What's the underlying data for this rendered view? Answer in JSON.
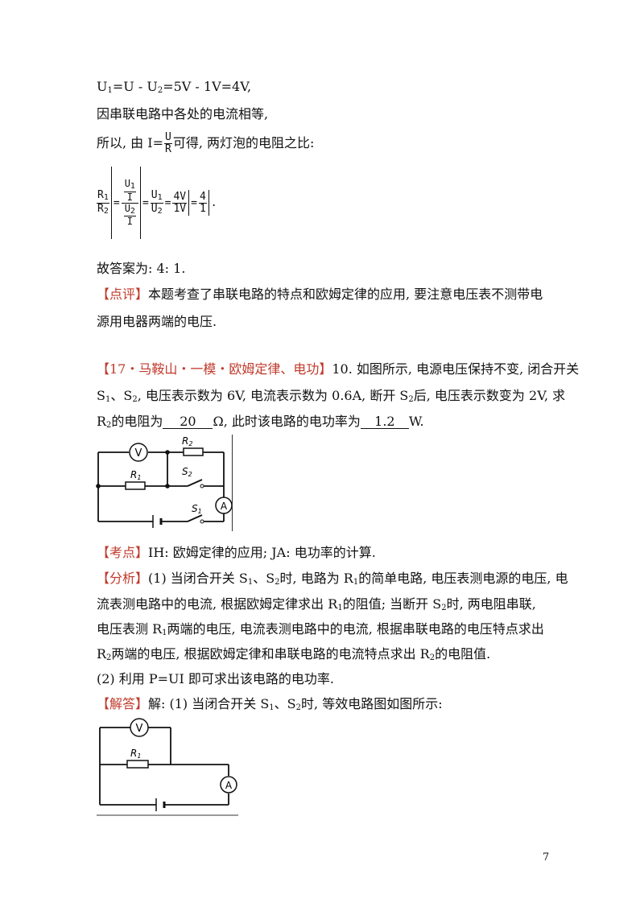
{
  "lines": {
    "l1_a": "U",
    "l1_b": "=U - U",
    "l1_c": "=5V - 1V=4V,",
    "l2": "因串联电路中各处的电流相等,",
    "l3_a": "所以, 由 I=",
    "l3_num": "U",
    "l3_den": "R",
    "l3_b": "可得, 两灯泡的电阻之比:",
    "answer": "故答案为: 4: 1.",
    "comment_tag": "【点评】",
    "comment_1": "本题考查了串联电路的特点和欧姆定律的应用, 要注意电压表不测带电",
    "comment_2": "源用电器两端的电压."
  },
  "formula": {
    "r1": "R",
    "r2": "R",
    "u1": "U",
    "u2": "U",
    "i": "I",
    "v4": "4V",
    "v1": "1V",
    "n4": "4",
    "n1": "1",
    "eq": "=",
    "end": "."
  },
  "question": {
    "source_tag": "【17・马鞍山・一模・欧姆定律、电功】",
    "q1": "10. 如图所示, 电源电压保持不变, 闭合开关",
    "q2_a": "S",
    "q2_b": "、S",
    "q2_c": ", 电压表示数为 6V, 电流表示数为 0.6A, 断开 S",
    "q2_d": "后, 电压表示数变为 2V, 求",
    "q3_a": "R",
    "q3_b": "的电阻为",
    "q3_ans1": "20",
    "q3_c": "Ω, 此时该电路的电功率为",
    "q3_ans2": "1.2",
    "q3_d": "W."
  },
  "kaodian": {
    "tag": "【考点】",
    "text": "IH: 欧姆定律的应用; JA: 电功率的计算."
  },
  "fenxi": {
    "tag": "【分析】",
    "l1_a": "(1) 当闭合开关 S",
    "l1_b": "、S",
    "l1_c": "时, 电路为 R",
    "l1_d": "的简单电路, 电压表测电源的电压, 电",
    "l2_a": "流表测电路中的电流, 根据欧姆定律求出 R",
    "l2_b": "的阻值; 当断开 S",
    "l2_c": "时, 两电阻串联,",
    "l3_a": "电压表测 R",
    "l3_b": "两端的电压, 电流表测电路中的电流, 根据串联电路的电压特点求出",
    "l4_a": "R",
    "l4_b": "两端的电压, 根据欧姆定律和串联电路的电流特点求出 R",
    "l4_c": "的电阻值.",
    "l5": "(2) 利用 P=UI 即可求出该电路的电功率."
  },
  "jieda": {
    "tag": "【解答】",
    "text_a": "解: (1) 当闭合开关 S",
    "text_b": "、S",
    "text_c": "时, 等效电路图如图所示:"
  },
  "circuit1": {
    "voltmeter": "V",
    "ammeter": "A",
    "r1": "R",
    "r1_sub": "1",
    "r2": "R",
    "r2_sub": "2",
    "s1": "S",
    "s1_sub": "1",
    "s2": "S",
    "s2_sub": "2"
  },
  "circuit2": {
    "voltmeter": "V",
    "ammeter": "A",
    "r1": "R",
    "r1_sub": "1"
  },
  "subs": {
    "one": "1",
    "two": "2"
  },
  "page_number": "7"
}
